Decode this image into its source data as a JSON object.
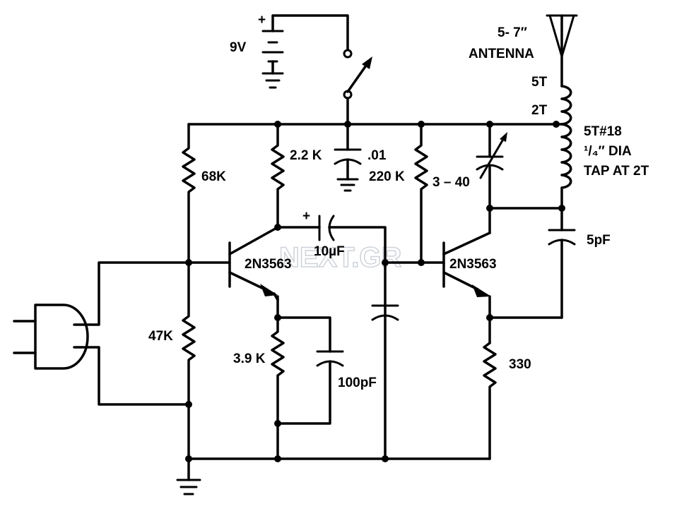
{
  "labels": {
    "battery": "9V",
    "battery_plus": "+",
    "antenna_length": "5- 7″",
    "antenna": "ANTENNA",
    "coil_5t": "5T",
    "coil_2t": "2T",
    "coil_spec_1": "5T#18",
    "coil_spec_2": "¹/₄″ DIA",
    "coil_spec_3": "TAP AT 2T",
    "r_68k": "68K",
    "r_2_2k": "2.2 K",
    "c_01": ".01",
    "r_220k": "220 K",
    "c_var": "3 – 40",
    "c_5pf": "5pF",
    "c_10uf_plus": "+",
    "c_10uf": "10µF",
    "q1": "2N3563",
    "q2": "2N3563",
    "r_47k": "47K",
    "r_3_9k": "3.9 K",
    "c_100pf": "100pF",
    "r_330": "330"
  },
  "watermark": "NEXT.GR"
}
